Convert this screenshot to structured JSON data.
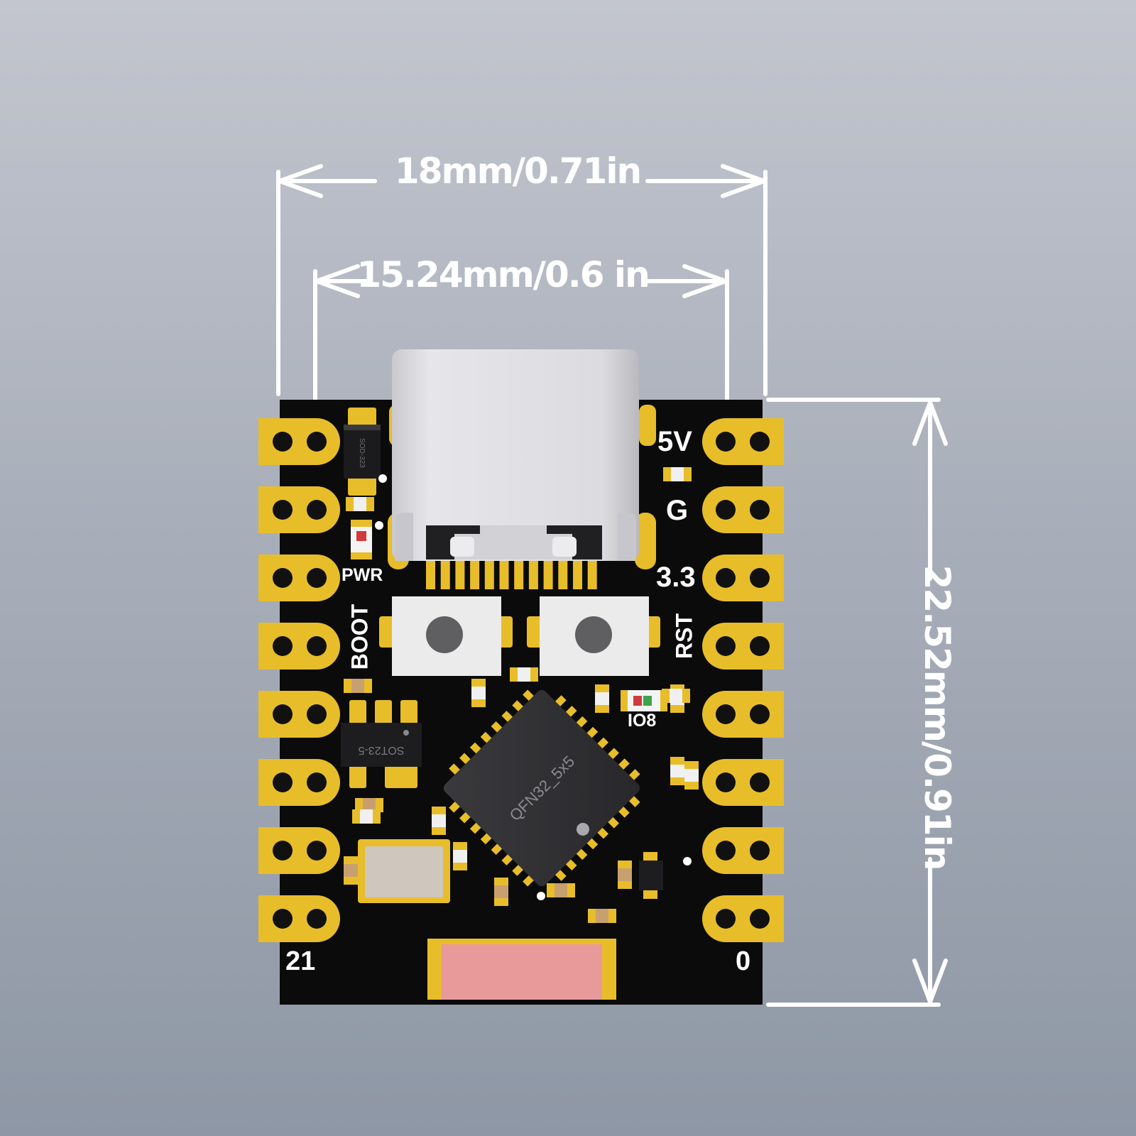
{
  "dimensions": {
    "width_outer": "18mm/0.71in",
    "width_inner": "15.24mm/0.6 in",
    "height": "22.52mm/0.91in"
  },
  "board": {
    "silkscreen": {
      "pin_5v": "5V",
      "pin_gnd": "G",
      "pin_3v3": "3.3",
      "pwr_led": "PWR",
      "boot_button": "BOOT",
      "rst_button": "RST",
      "io8_led": "IO8",
      "pin_21": "21",
      "pin_0": "0"
    },
    "chip_labels": {
      "mcu": "QFN32_5x5",
      "regulator": "SOT23-5",
      "diode": "SOD-323"
    },
    "colors": {
      "pcb": "#0b0b0b",
      "gold": "#e8bd2a",
      "silkscreen": "#ffffff",
      "antenna": "#e8999a",
      "usb_shell": "#d8d8dc",
      "button": "#ececec"
    }
  }
}
